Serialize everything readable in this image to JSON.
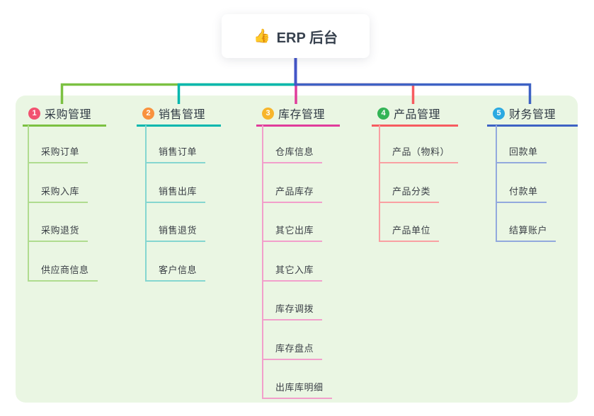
{
  "root": {
    "label": "ERP 后台",
    "emoji": "👍"
  },
  "colors": {
    "background": "#ffffff",
    "panel": "#EAF6E3",
    "root_line": "#4355C8",
    "text_dark": "#37414E"
  },
  "branches": [
    {
      "number": "1",
      "label": "采购管理",
      "badge_color": "#F25270",
      "line_color": "#7CC142",
      "child_line_color": "#AFDC8F",
      "children": [
        "采购订单",
        "采购入库",
        "采购退货",
        "供应商信息"
      ]
    },
    {
      "number": "2",
      "label": "销售管理",
      "badge_color": "#F9923E",
      "line_color": "#00B7AE",
      "child_line_color": "#85D6D0",
      "children": [
        "销售订单",
        "销售出库",
        "销售退货",
        "客户信息"
      ]
    },
    {
      "number": "3",
      "label": "库存管理",
      "badge_color": "#F7B52C",
      "line_color": "#E03C9B",
      "child_line_color": "#F29FCB",
      "children": [
        "仓库信息",
        "产品库存",
        "其它出库",
        "其它入库",
        "库存调拨",
        "库存盘点",
        "出库库明细"
      ]
    },
    {
      "number": "4",
      "label": "产品管理",
      "badge_color": "#33B456",
      "line_color": "#F75C60",
      "child_line_color": "#F9A0A2",
      "children": [
        "产品（物料）",
        "产品分类",
        "产品单位"
      ]
    },
    {
      "number": "5",
      "label": "财务管理",
      "badge_color": "#2BA9E1",
      "line_color": "#3E62C4",
      "child_line_color": "#92A9DD",
      "children": [
        "回款单",
        "付款单",
        "结算账户"
      ]
    }
  ]
}
